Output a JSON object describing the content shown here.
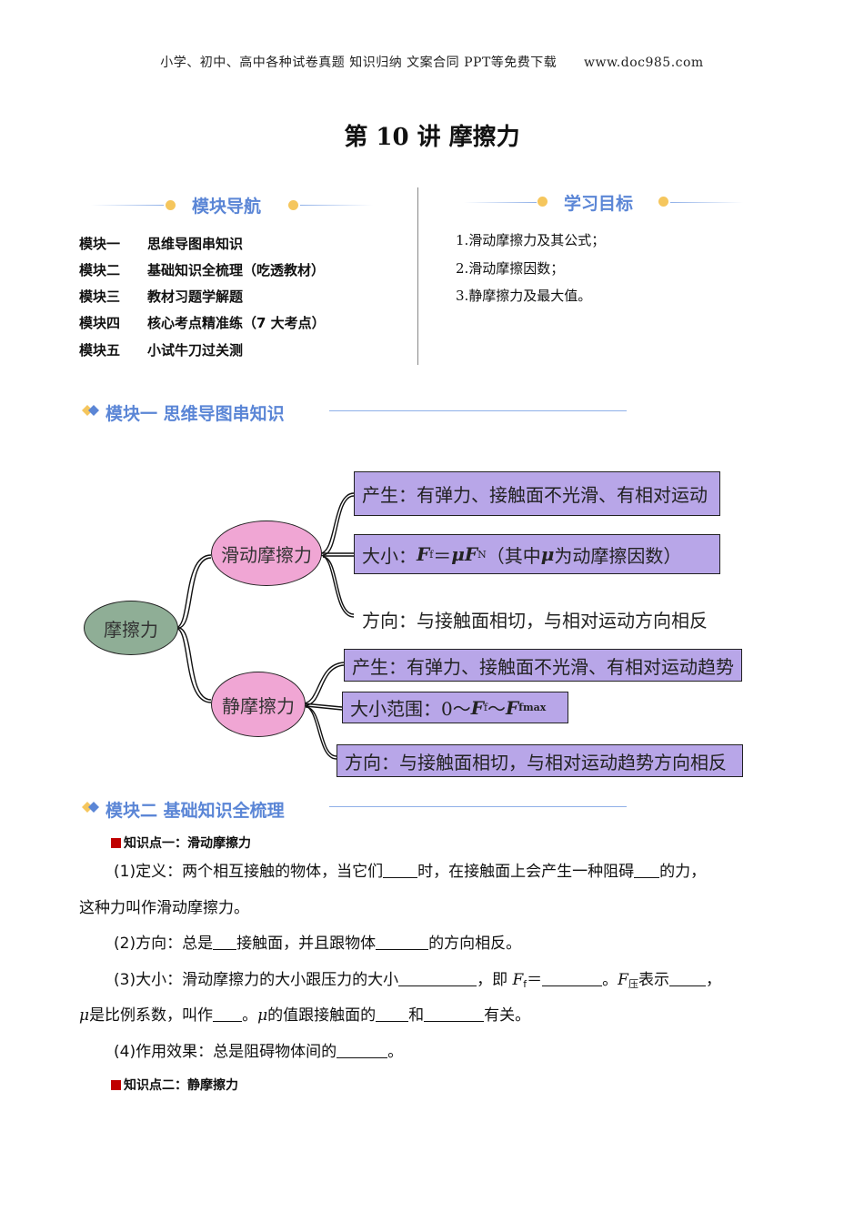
{
  "header": {
    "text": "小学、初中、高中各种试卷真题 知识归纳 文案合同 PPT等免费下载",
    "url": "www.doc985.com"
  },
  "title": "第 10 讲  摩擦力",
  "nav": {
    "heading": "模块导航",
    "items": [
      {
        "key": "模块一",
        "label": "思维导图串知识"
      },
      {
        "key": "模块二",
        "label": "基础知识全梳理（吃透教材）"
      },
      {
        "key": "模块三",
        "label": "教材习题学解题"
      },
      {
        "key": "模块四",
        "label": "核心考点精准练（7 大考点）"
      },
      {
        "key": "模块五",
        "label": "小试牛刀过关测"
      }
    ]
  },
  "goals": {
    "heading": "学习目标",
    "items": [
      "1.滑动摩擦力及其公式；",
      "2.滑动摩擦因数；",
      "3.静摩擦力及最大值。"
    ]
  },
  "section1": {
    "heading": "模块一  思维导图串知识"
  },
  "mindmap": {
    "root": "摩擦力",
    "sliding": {
      "label": "滑动摩擦力",
      "produce": "产生：有弹力、接触面不光滑、有相对运动",
      "size_prefix": "大小：",
      "size_formula_f": "F",
      "size_formula_f_sub": "f",
      "size_formula_eq": "＝",
      "size_formula_mu": "μF",
      "size_formula_n_sub": "N",
      "size_suffix": "（其中",
      "size_mu": "μ",
      "size_tail": "为动摩擦因数）",
      "direction": "方向：与接触面相切，与相对运动方向相反"
    },
    "static": {
      "label": "静摩擦力",
      "produce": "产生：有弹力、接触面不光滑、有相对运动趋势",
      "range_prefix": "大小范围：0～",
      "range_f": "F",
      "range_f_sub": "f",
      "range_mid": "～",
      "range_fmax": "F",
      "range_fmax_sub": "fmax",
      "direction": "方向：与接触面相切，与相对运动趋势方向相反"
    }
  },
  "section2": {
    "heading": "模块二  基础知识全梳理"
  },
  "kp1": {
    "title": "知识点一：滑动摩擦力",
    "p1a": "(1)定义：两个相互接触的物体，当它们",
    "p1b": "时，在接触面上会产生一种阻碍",
    "p1c": "的力，",
    "p1d": "这种力叫作滑动摩擦力。",
    "p2a": "(2)方向：总是",
    "p2b": "接触面，并且跟物体",
    "p2c": "的方向相反。",
    "p3a": "(3)大小：滑动摩擦力的大小跟压力的大小",
    "p3b": "，即 ",
    "p3f": "F",
    "p3fsub": "f",
    "p3c": "＝",
    "p3d": "。",
    "p3e": "F",
    "p3esub": "压",
    "p3g": "表示",
    "p3h": "，",
    "p4a": "μ",
    "p4b": "是比例系数，叫作",
    "p4c": "。",
    "p4d": "μ",
    "p4e": "的值跟接触面的",
    "p4f": "和",
    "p4g": "有关。",
    "p5a": "(4)作用效果：总是阻碍物体间的",
    "p5b": "。"
  },
  "kp2": {
    "title": "知识点二：静摩擦力"
  }
}
